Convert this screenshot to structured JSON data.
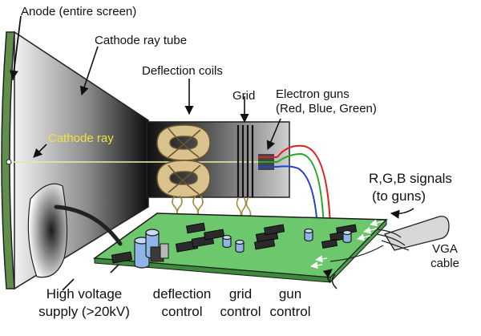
{
  "labels": {
    "anode": "Anode (entire screen)",
    "crt": "Cathode ray tube",
    "deflection_coils": "Deflection coils",
    "grid": "Grid",
    "electron_guns_1": "Electron guns",
    "electron_guns_2": "(Red, Blue, Green)",
    "cathode_ray": "Cathode ray",
    "rgb_1": "R,G,B signals",
    "rgb_2": "(to guns)",
    "vga_1": "VGA",
    "vga_2": "cable",
    "hv_1": "High voltage",
    "hv_2": "supply (>20kV)",
    "defl_1": "deflection",
    "defl_2": "control",
    "grid_1": "grid",
    "grid_2": "control",
    "gun_1": "gun",
    "gun_2": "control"
  },
  "colors": {
    "screen": "#5f8f4a",
    "pcb": "#6dc86d",
    "coil": "#d9c28e",
    "ray": "#f2e040",
    "wire_red": "#e02020",
    "wire_green": "#22aa22",
    "wire_blue": "#2244dd",
    "component_blue": "#8fb4e8"
  }
}
